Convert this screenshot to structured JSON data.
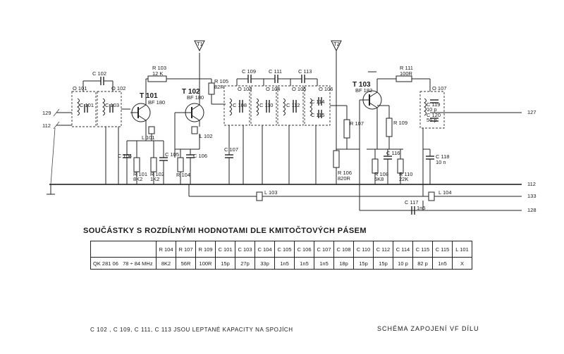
{
  "schematic": {
    "terminals": {
      "t129": "129",
      "t112_in": "112",
      "t127": "127",
      "t112_out": "112",
      "t133": "133",
      "t128": "128"
    },
    "test_points": {
      "tp1": "T1",
      "tp2": "T2"
    },
    "transistors": {
      "T101": {
        "name": "T 101",
        "type": "BF 180"
      },
      "T102": {
        "name": "T 102",
        "type": "BF 180"
      },
      "T103": {
        "name": "T 103",
        "type": "BF 182"
      }
    },
    "resistors": {
      "R101": {
        "name": "R 101",
        "value": "8K2"
      },
      "R102": {
        "name": "R 102",
        "value": "1K2"
      },
      "R103": {
        "name": "R 103",
        "value": "12 K"
      },
      "R104": {
        "name": "R 104"
      },
      "R105": {
        "name": "R 105",
        "value": "82R"
      },
      "R106": {
        "name": "R 106",
        "value": "820R"
      },
      "R107": {
        "name": "R 107"
      },
      "R108": {
        "name": "R 108",
        "value": "6K8"
      },
      "R109": {
        "name": "R 109"
      },
      "R110": {
        "name": "R 110",
        "value": "22K"
      },
      "R111": {
        "name": "R 111",
        "value": "100R"
      }
    },
    "capacitors": {
      "C101": "C 101",
      "C102": "C 102",
      "C103": "C 103",
      "C104": "C 104",
      "C105": "C 105",
      "C106": "C 106",
      "C107": "C 107",
      "C108": "C 108",
      "C109": "C 109",
      "C110": "C 110",
      "C111": "C 111",
      "C112": "C 112",
      "C113": "C 113",
      "C114": "C 114",
      "C115": "C 115",
      "C116": "C 116",
      "C117": {
        "name": "C 117",
        "value": "1n5"
      },
      "C118": {
        "name": "C 118",
        "value": "10 n"
      },
      "C119": {
        "name": "C 119",
        "value": "10 p"
      },
      "C120": {
        "name": "C 120",
        "value": "56 p"
      }
    },
    "coils": {
      "O101": "O 101",
      "O102": "O 102",
      "O103": "O 103",
      "O104": "O 104",
      "O105": "O 105",
      "O106": "O 106",
      "O107": "O 107"
    },
    "inductors": {
      "L101": "L 101",
      "L102": "L 102",
      "L103": "L 103",
      "L104": "L 104"
    }
  },
  "table": {
    "title": "SOUČÁSTKY S ROZDÍLNÝMI HODNOTAMI DLE KMITOČTOVÝCH PÁSEM",
    "headers": [
      "R 104",
      "R 107",
      "R 109",
      "C 101",
      "C 103",
      "C 104",
      "C 105",
      "C 106",
      "C 107",
      "C 108",
      "C 110",
      "C 112",
      "C 114",
      "C 115",
      "C 115",
      "L 101"
    ],
    "row": {
      "code": "QK 281 06",
      "band": "78 ÷ 84 MHz",
      "values": [
        "8K2",
        "56R",
        "100R",
        "15p",
        "27p",
        "33p",
        "1n5",
        "1n5",
        "1n5",
        "18p",
        "15p",
        "15p",
        "10 p",
        "82 p",
        "1n5",
        "X"
      ]
    }
  },
  "note": "C 102 ,  C 109,  C 111,  C 113  JSOU  LEPTANÉ  KAPACITY  NA  SPOJÍCH",
  "caption": "SCHÉMA  ZAPOJENÍ  VF  DÍLU"
}
